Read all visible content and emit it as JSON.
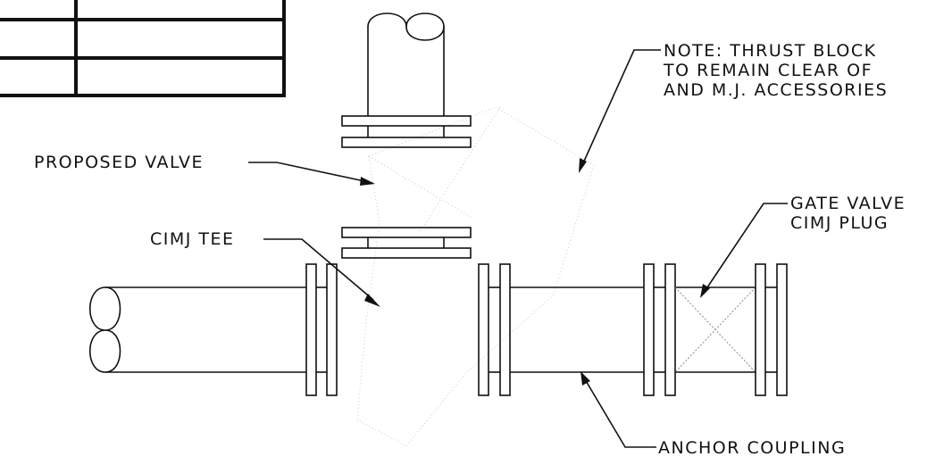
{
  "labels": {
    "note_line1": "NOTE:  THRUST BLOCK",
    "note_line2": "TO REMAIN CLEAR OF",
    "note_line3": "AND M.J. ACCESSORIES",
    "proposed_valve": "PROPOSED VALVE",
    "cimj_tee": "CIMJ TEE",
    "gate_valve_line1": "GATE VALVE",
    "gate_valve_line2": "CIMJ PLUG",
    "anchor_coupling": "ANCHOR COUPLING"
  },
  "colors": {
    "ink": "#111111",
    "background": "#ffffff",
    "thrust_block_stipple": "#c9c9c9"
  }
}
